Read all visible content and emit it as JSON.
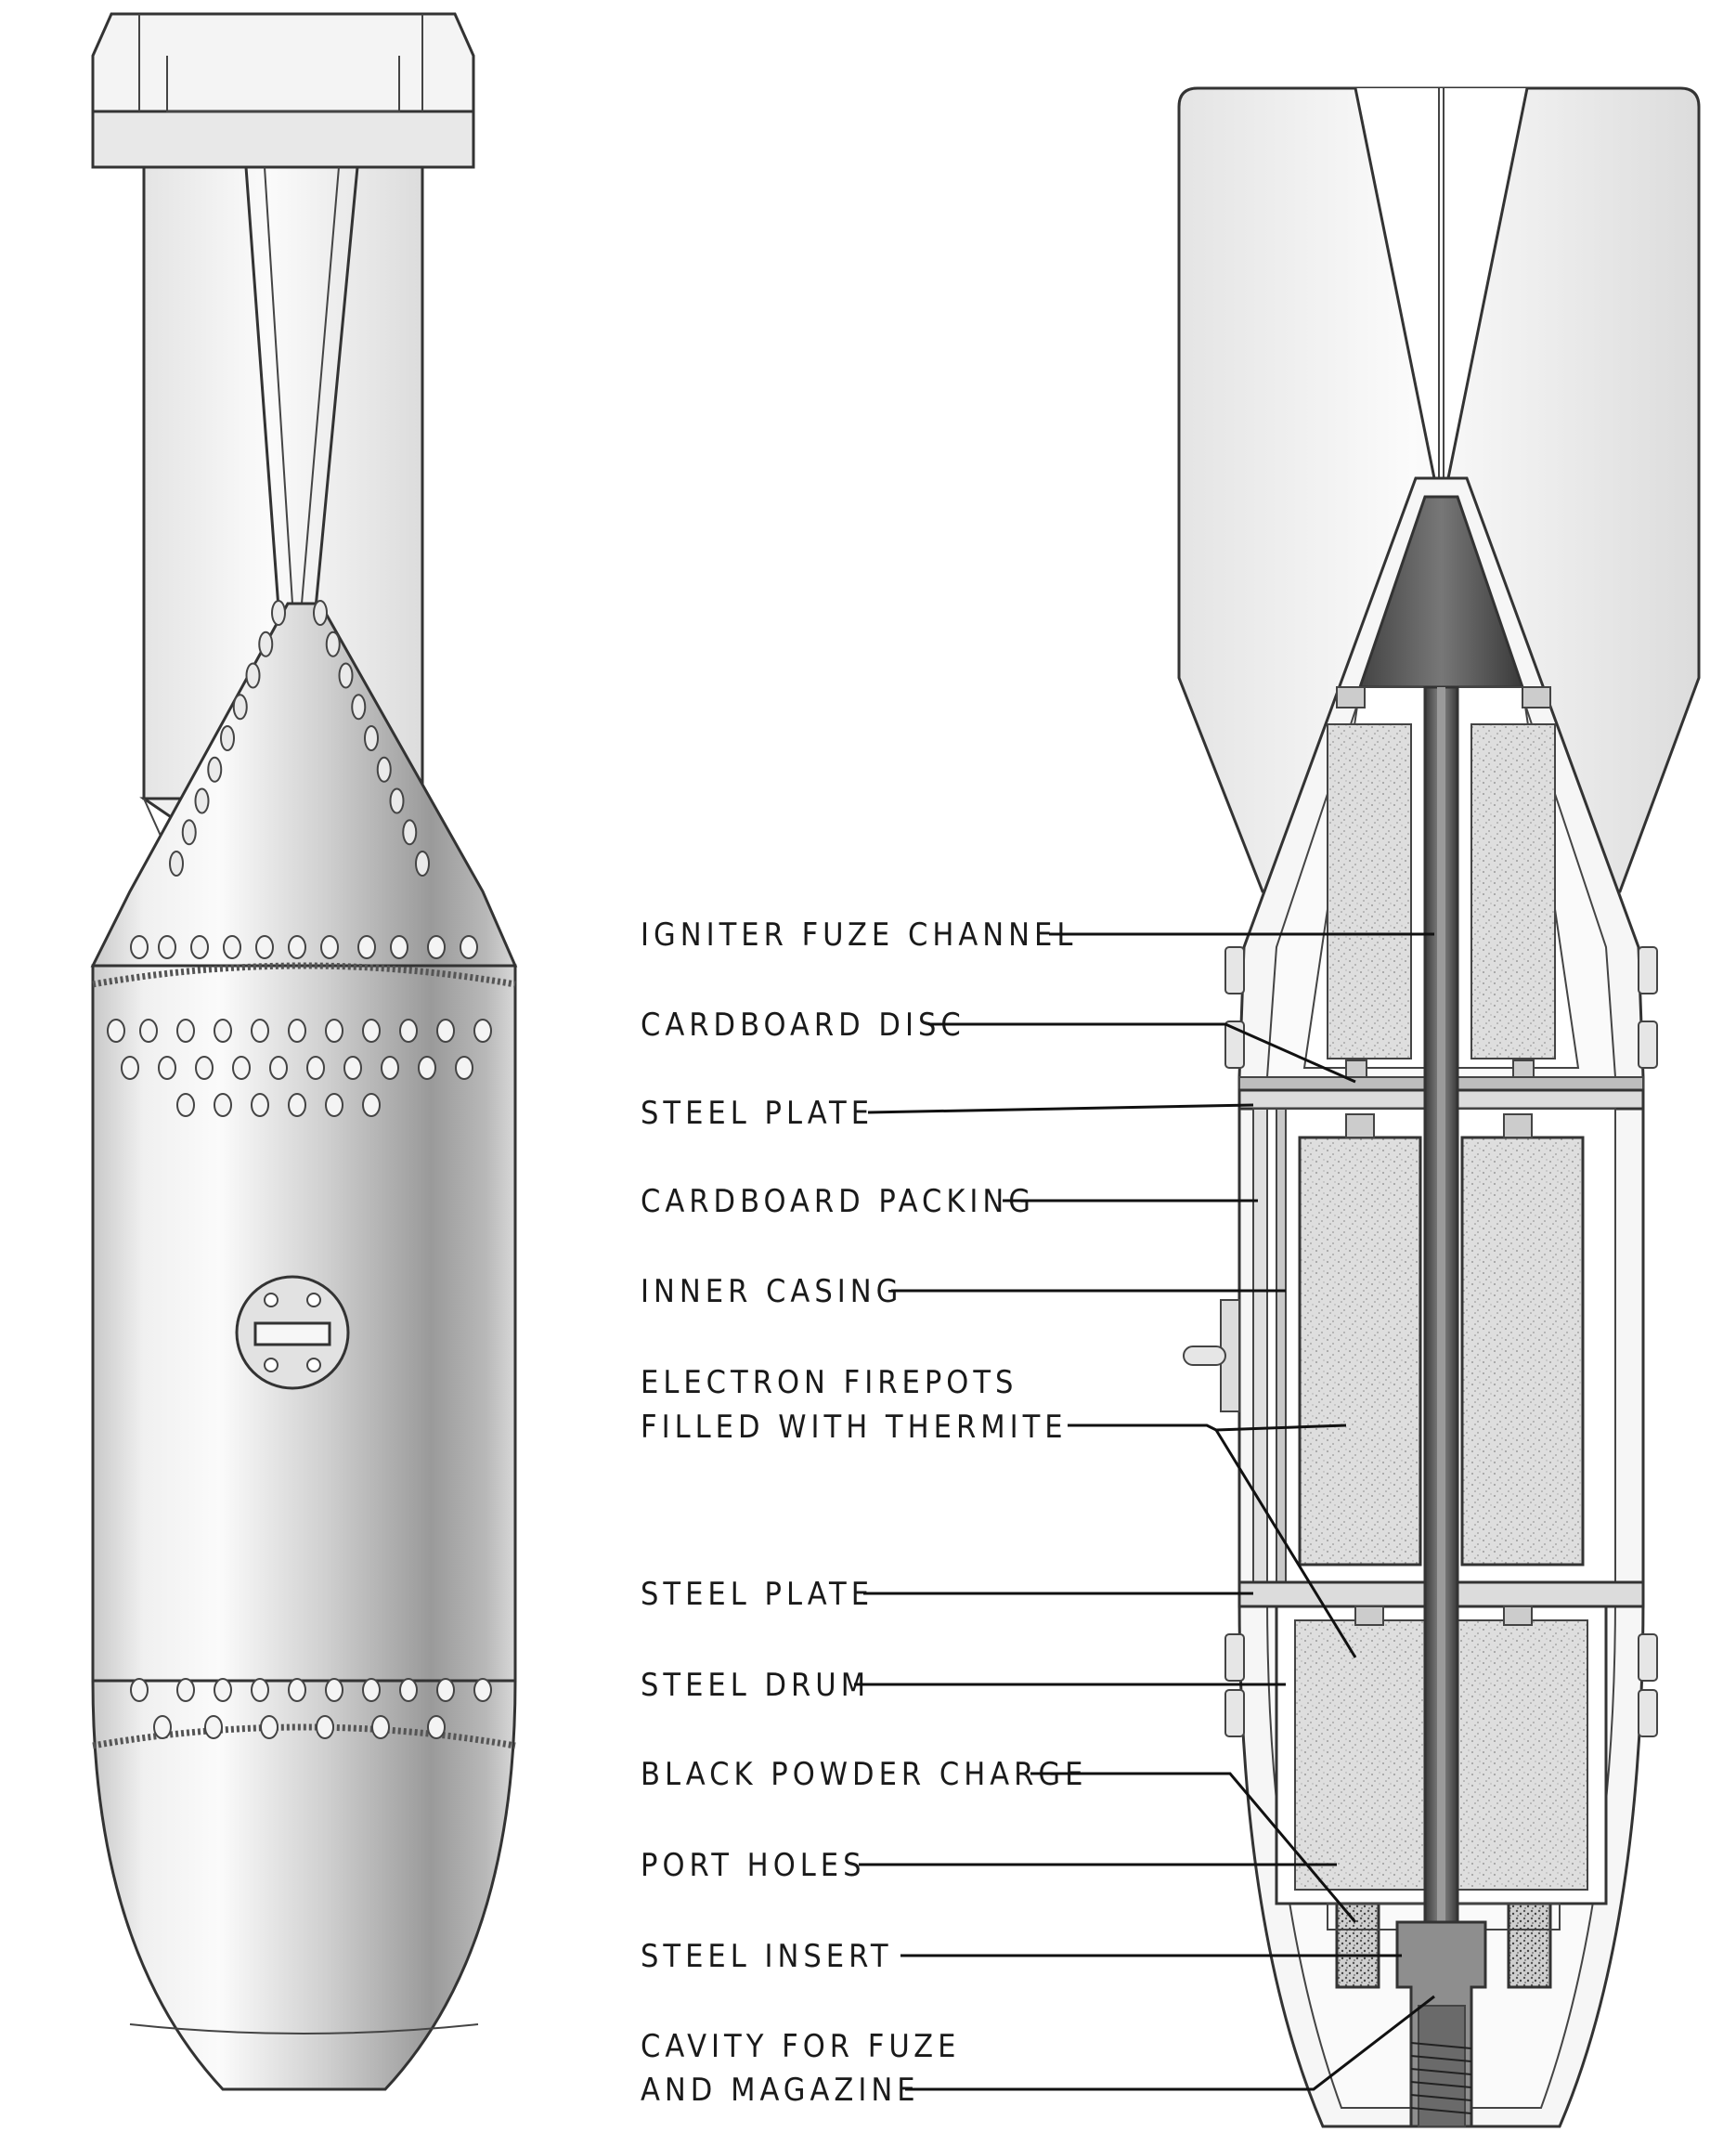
{
  "labels": [
    {
      "id": "igniter-fuze-channel",
      "lines": [
        "IGNITER FUZE CHANNEL"
      ]
    },
    {
      "id": "cardboard-disc",
      "lines": [
        "CARDBOARD DISC"
      ]
    },
    {
      "id": "steel-plate-upper",
      "lines": [
        "STEEL PLATE"
      ]
    },
    {
      "id": "cardboard-packing",
      "lines": [
        "CARDBOARD PACKING"
      ]
    },
    {
      "id": "inner-casing",
      "lines": [
        "INNER CASING"
      ]
    },
    {
      "id": "electron-firepots",
      "lines": [
        "ELECTRON FIREPOTS",
        "FILLED WITH THERMITE"
      ]
    },
    {
      "id": "steel-plate-lower",
      "lines": [
        "STEEL PLATE"
      ]
    },
    {
      "id": "steel-drum",
      "lines": [
        "STEEL DRUM"
      ]
    },
    {
      "id": "black-powder-charge",
      "lines": [
        "BLACK POWDER CHARGE"
      ]
    },
    {
      "id": "port-holes",
      "lines": [
        "PORT HOLES"
      ]
    },
    {
      "id": "steel-insert",
      "lines": [
        "STEEL INSERT"
      ]
    },
    {
      "id": "cavity-for-fuze",
      "lines": [
        "CAVITY FOR FUZE",
        "AND MAGAZINE"
      ]
    }
  ],
  "colors": {
    "line": "#2a2a2a",
    "fin_fill": "#f2f2f2",
    "body_light": "#f7f7f7",
    "body_dark": "#8a8a8a",
    "filler": "#d4d4d4",
    "rod": "#5a5a5a"
  }
}
